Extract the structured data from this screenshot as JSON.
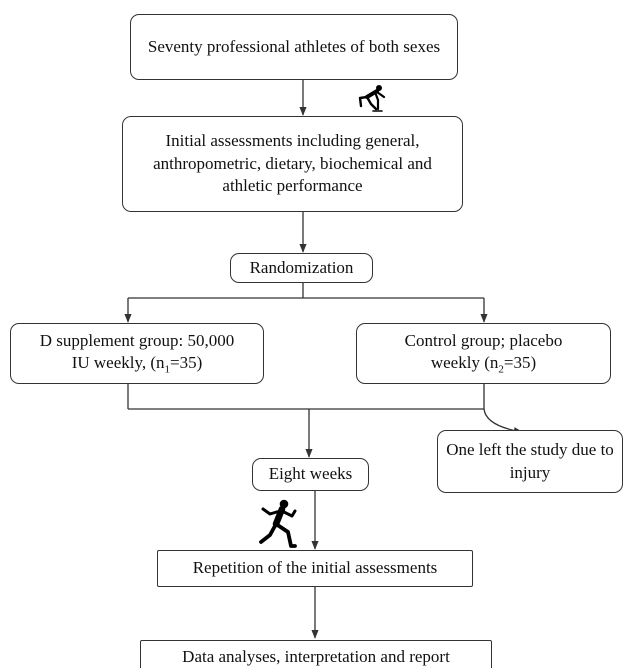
{
  "flowchart": {
    "start": {
      "text": "Seventy professional athletes of both sexes"
    },
    "initial_assessment": {
      "text": "Initial assessments including general, anthropometric, dietary, biochemical and athletic performance"
    },
    "randomization": {
      "text": "Randomization"
    },
    "supplement_group": {
      "line1": "D supplement group: 50,000",
      "line2_prefix": "IU weekly, (n",
      "line2_sub": "1",
      "line2_suffix": "=35)"
    },
    "control_group": {
      "line1": "Control group; placebo",
      "line2_prefix": "weekly (n",
      "line2_sub": "2",
      "line2_suffix": "=35)"
    },
    "dropout": {
      "text": "One left the study due to injury"
    },
    "duration": {
      "text": "Eight weeks"
    },
    "repetition": {
      "text": "Repetition of the initial assessments"
    },
    "final": {
      "text": "Data analyses, interpretation and report"
    }
  },
  "icons": {
    "start_icon": "sprinter-start-icon",
    "running_icon": "runner-icon"
  },
  "colors": {
    "border": "#333333",
    "line": "#333333",
    "text": "#111111",
    "icon": "#000000"
  }
}
